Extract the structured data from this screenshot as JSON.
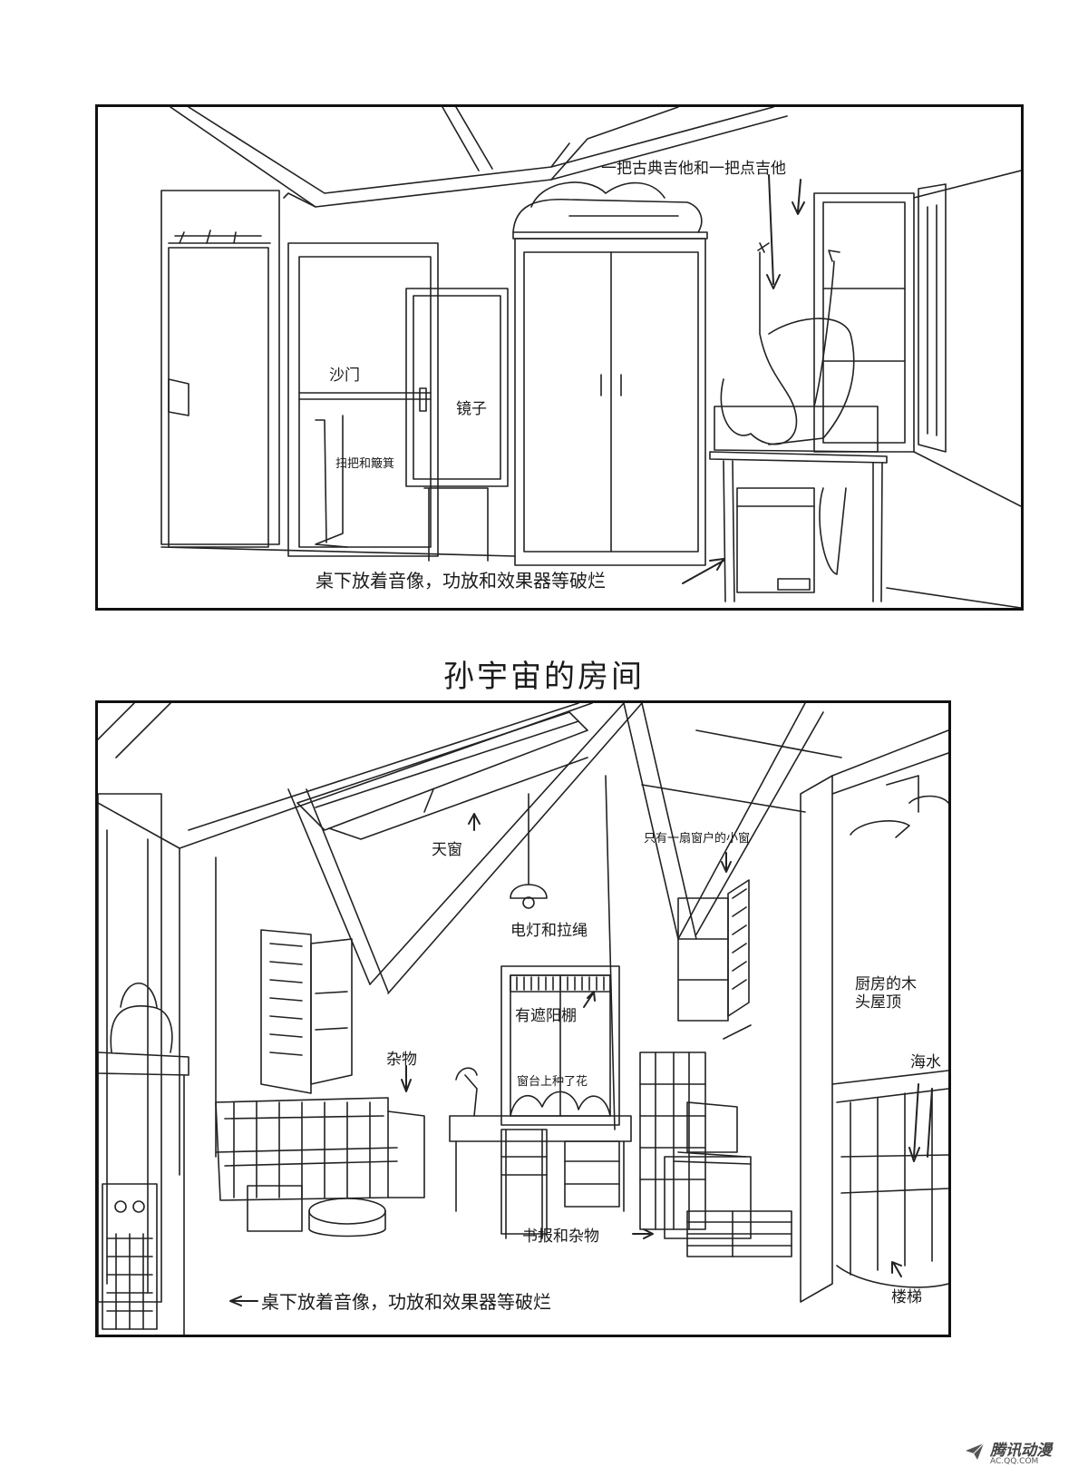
{
  "page_title": "孙宇宙的房间",
  "top_panel": {
    "labels": {
      "guitars": "一把古典吉他和一把点吉他",
      "screen_door": "沙门",
      "mirror": "镜子",
      "broom": "扫把和簸箕",
      "under_desk": "桌下放着音像，功放和效果器等破烂"
    }
  },
  "bottom_panel": {
    "labels": {
      "skylight": "天窗",
      "small_window": "只有一扇窗户的小窗",
      "lamp": "电灯和拉绳",
      "awning": "有遮阳棚",
      "sundries": "杂物",
      "flowers": "窗台上种了花",
      "kitchen_roof": "厨房的木头屋顶",
      "seawater": "海水",
      "books": "书报和杂物",
      "under_desk": "桌下放着音像，功放和效果器等破烂",
      "stairs": "楼梯"
    }
  },
  "watermark": {
    "logo_text": "腾讯动漫",
    "url": "AC.QQ.COM"
  }
}
